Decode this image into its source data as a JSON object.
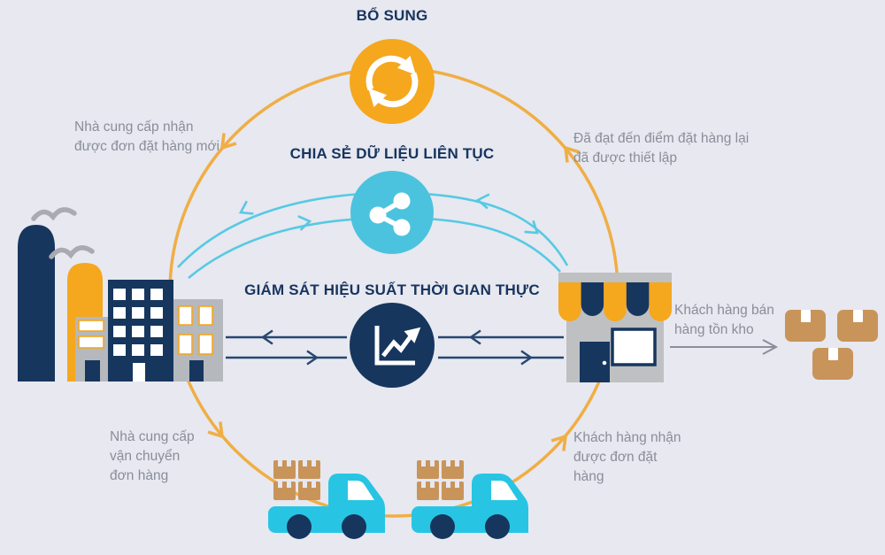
{
  "diagram": {
    "stages": [
      {
        "id": "replenishment",
        "title": "BỔ SUNG",
        "icon": "sync-icon"
      },
      {
        "id": "data-sharing",
        "title": "CHIA SẺ DỮ LIỆU LIÊN TỤC",
        "icon": "share-icon"
      },
      {
        "id": "monitoring",
        "title": "GIÁM SÁT HIỆU SUẤT THỜI GIAN THỰC",
        "icon": "line-chart-icon"
      }
    ],
    "annotations": {
      "supplier_receives_order": "Nhà cung cấp nhận được đơn đặt hàng mới",
      "reorder_point_reached": "Đã đạt đến điểm đặt hàng lại đã được thiết lập",
      "customer_sells_inventory": "Khách hàng bán hàng tồn kho",
      "supplier_ships_order": "Nhà cung cấp vận chuyển đơn hàng",
      "customer_receives_order": "Khách hàng nhận được đơn đặt hàng"
    },
    "illustrations": {
      "supplier": "factory-illustration",
      "customer": "store-illustration",
      "shipping": "truck-illustration",
      "inventory": "boxes-illustration"
    }
  },
  "colors": {
    "bg": "#E7E8F0",
    "orange": "#F5A71E",
    "arc_orange": "#F0AE44",
    "cyan": "#57C9E3",
    "cyan_icon": "#4CC3DE",
    "truck_cyan": "#27C5E3",
    "navy": "#16365E",
    "arrow_navy": "#274770",
    "title_navy": "#17345E",
    "tan": "#C9945A",
    "building_gray": "#B5B8BD",
    "store_gray": "#BEC0C2",
    "bird_gray": "#A9ABB1",
    "gray_text": "#8A8E99"
  }
}
